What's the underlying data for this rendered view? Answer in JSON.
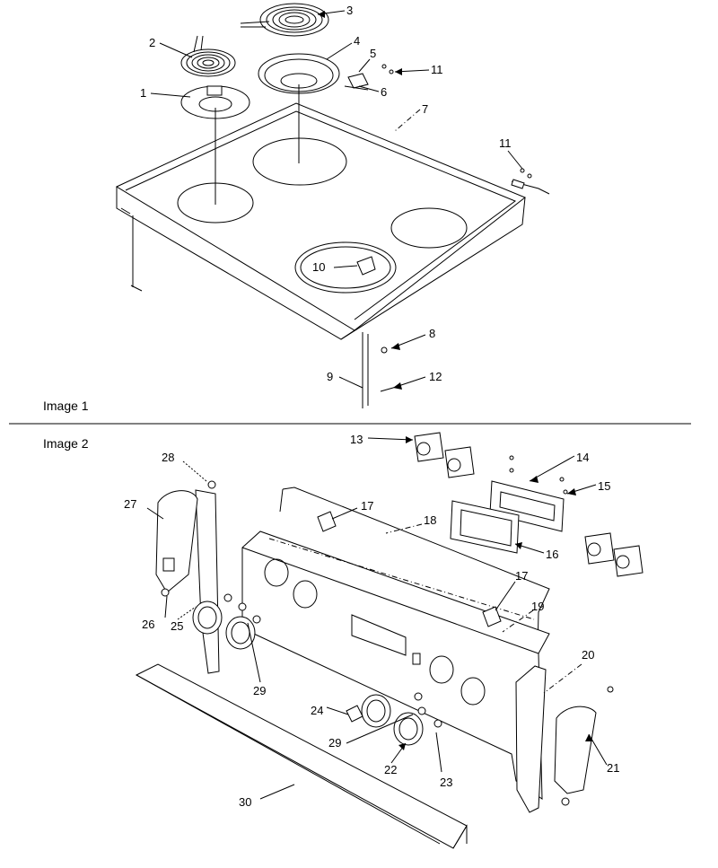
{
  "sections": [
    {
      "caption": "Image 1"
    },
    {
      "caption": "Image 2"
    }
  ],
  "callouts": {
    "top": [
      {
        "n": "1"
      },
      {
        "n": "2"
      },
      {
        "n": "3"
      },
      {
        "n": "4"
      },
      {
        "n": "5"
      },
      {
        "n": "6"
      },
      {
        "n": "7"
      },
      {
        "n": "11"
      },
      {
        "n": "11"
      },
      {
        "n": "10"
      },
      {
        "n": "8"
      },
      {
        "n": "9"
      },
      {
        "n": "12"
      }
    ],
    "bottom": [
      {
        "n": "13"
      },
      {
        "n": "14"
      },
      {
        "n": "15"
      },
      {
        "n": "16"
      },
      {
        "n": "28"
      },
      {
        "n": "27"
      },
      {
        "n": "17"
      },
      {
        "n": "18"
      },
      {
        "n": "17"
      },
      {
        "n": "19"
      },
      {
        "n": "26"
      },
      {
        "n": "25"
      },
      {
        "n": "29"
      },
      {
        "n": "20"
      },
      {
        "n": "24"
      },
      {
        "n": "29"
      },
      {
        "n": "22"
      },
      {
        "n": "23"
      },
      {
        "n": "21"
      },
      {
        "n": "30"
      }
    ]
  }
}
